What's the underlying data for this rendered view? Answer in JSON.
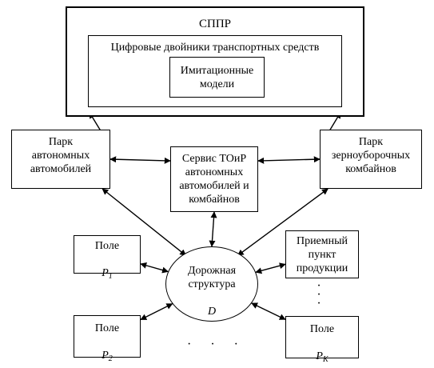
{
  "diagram": {
    "sppr": {
      "title": "СППР"
    },
    "twins": {
      "title": "Цифровые двойники транспортных средств"
    },
    "sim_models": {
      "label": "Имитационные\nмодели"
    },
    "autonomous_fleet": {
      "label": "Парк\nавтономных\nавтомобилей"
    },
    "combine_fleet": {
      "label": "Парк\nзерноуборочных\nкомбайнов"
    },
    "service": {
      "label": "Сервис ТОиР\nавтономных\nавтомобилей и\nкомбайнов"
    },
    "field_1": {
      "label": "Поле",
      "symbol": "P",
      "index": "1"
    },
    "field_2": {
      "label": "Поле",
      "symbol": "P",
      "index": "2"
    },
    "field_k": {
      "label": "Поле",
      "symbol": "P",
      "index": "K"
    },
    "receiving_point": {
      "label": "Приемный\nпункт\nпродукции"
    },
    "road": {
      "label": "Дорожная\nструктура",
      "symbol": "D"
    },
    "ellipsis_horizontal": "· · ·",
    "ellipsis_vertical": "·\n·\n·",
    "edges": [
      {
        "from": "autonomous_fleet",
        "to": "sppr",
        "bidirectional": true
      },
      {
        "from": "combine_fleet",
        "to": "sppr",
        "bidirectional": true
      },
      {
        "from": "autonomous_fleet",
        "to": "service",
        "bidirectional": true
      },
      {
        "from": "service",
        "to": "combine_fleet",
        "bidirectional": true
      },
      {
        "from": "autonomous_fleet",
        "to": "road",
        "bidirectional": true
      },
      {
        "from": "combine_fleet",
        "to": "road",
        "bidirectional": true
      },
      {
        "from": "service",
        "to": "road",
        "bidirectional": true
      },
      {
        "from": "field_1",
        "to": "road",
        "bidirectional": true
      },
      {
        "from": "field_2",
        "to": "road",
        "bidirectional": true
      },
      {
        "from": "receiving_point",
        "to": "road",
        "bidirectional": true
      },
      {
        "from": "field_k",
        "to": "road",
        "bidirectional": true
      }
    ]
  }
}
